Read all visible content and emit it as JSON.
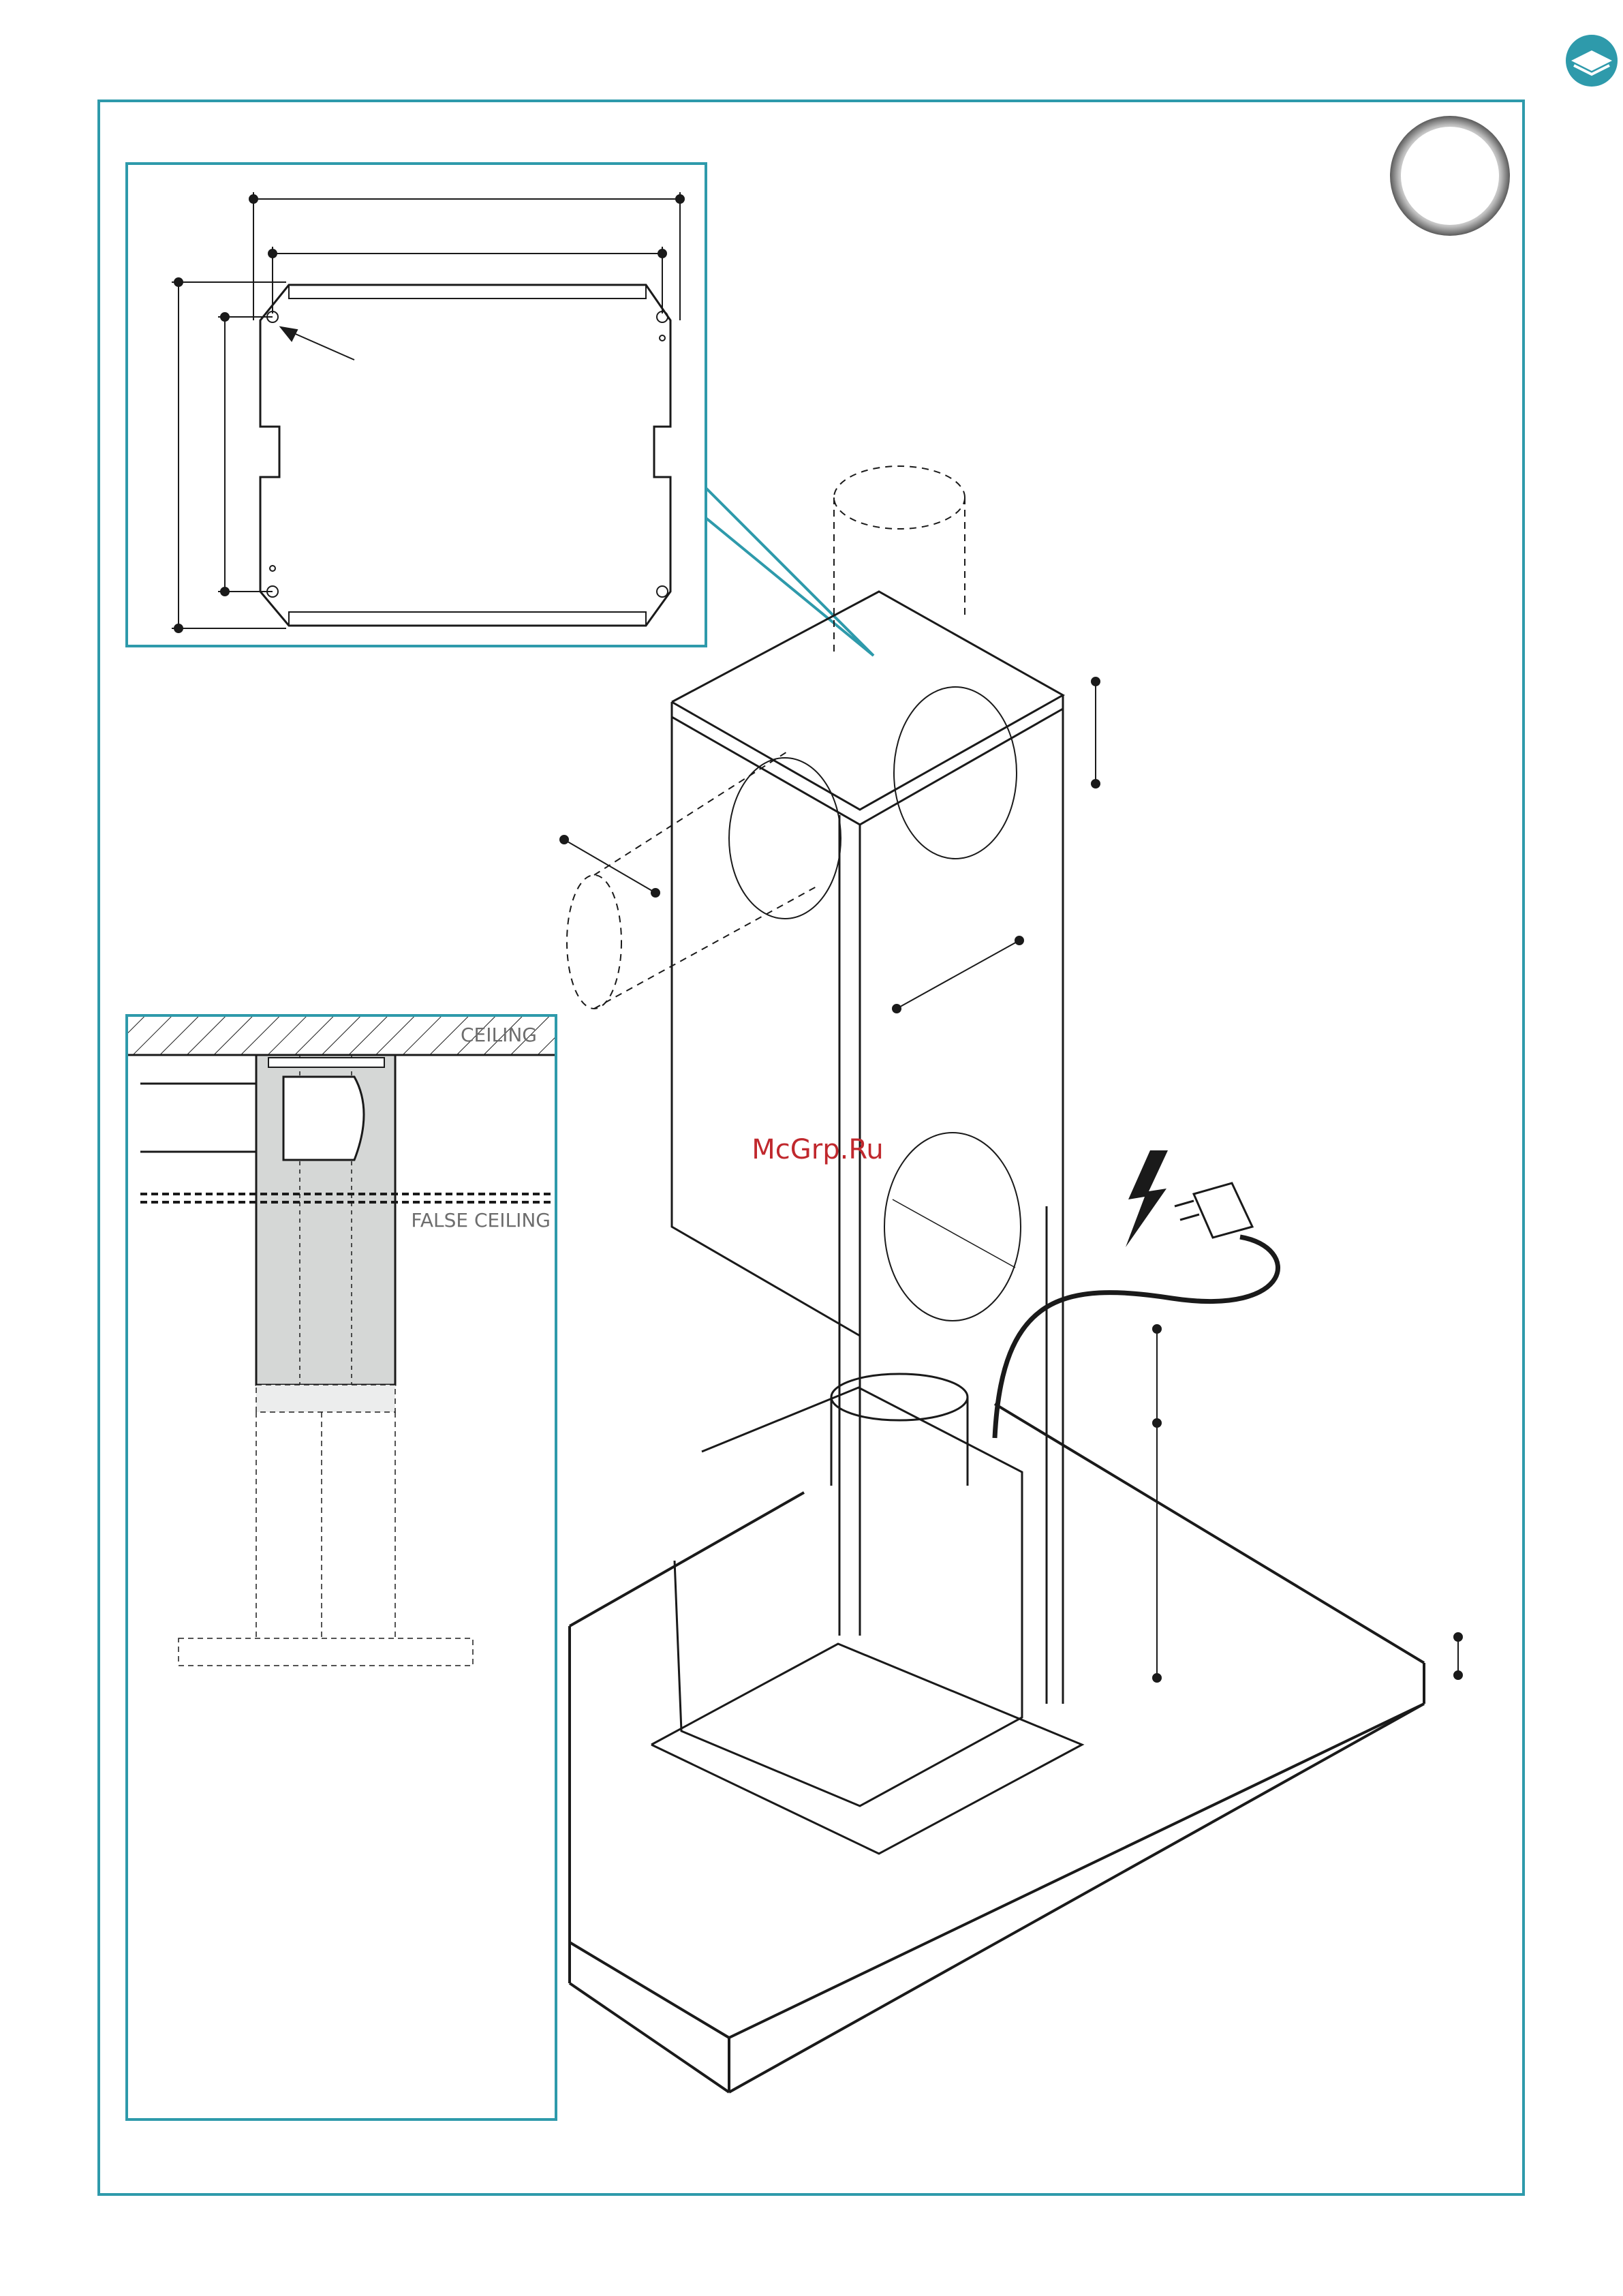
{
  "labels": {
    "ceiling": "CEILING",
    "false_ceiling": "FALSE CEILING",
    "watermark": "McGrp.Ru"
  },
  "icons": {
    "corner_badge": "manual-book-icon",
    "step_marker": "step-circle-icon",
    "electric_warning": "lightning-bolt-icon",
    "plug": "power-plug-icon"
  },
  "colors": {
    "frame": "#2e9aab",
    "badge": "#2e9aab",
    "duct_fill": "#d5d7d6",
    "line": "#1a1a1a",
    "label_text": "#6d6d6d",
    "watermark": "#c0282d"
  }
}
